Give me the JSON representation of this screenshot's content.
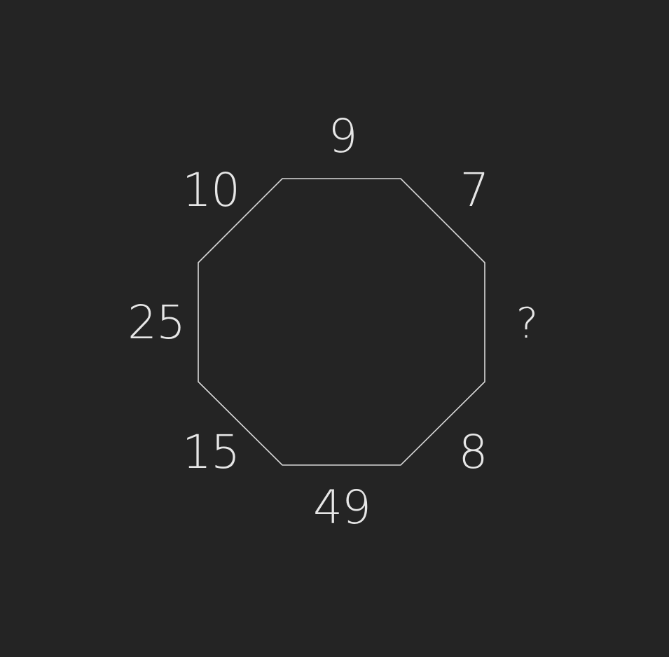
{
  "puzzle": {
    "labels": {
      "top": "9",
      "top_right": "7",
      "right": "?",
      "bottom_right": "8",
      "bottom": "49",
      "bottom_left": "15",
      "left": "25",
      "top_left": "10"
    }
  },
  "colors": {
    "background": "#242424",
    "stroke": "#d8d8d8",
    "text": "#e6e6e6"
  }
}
